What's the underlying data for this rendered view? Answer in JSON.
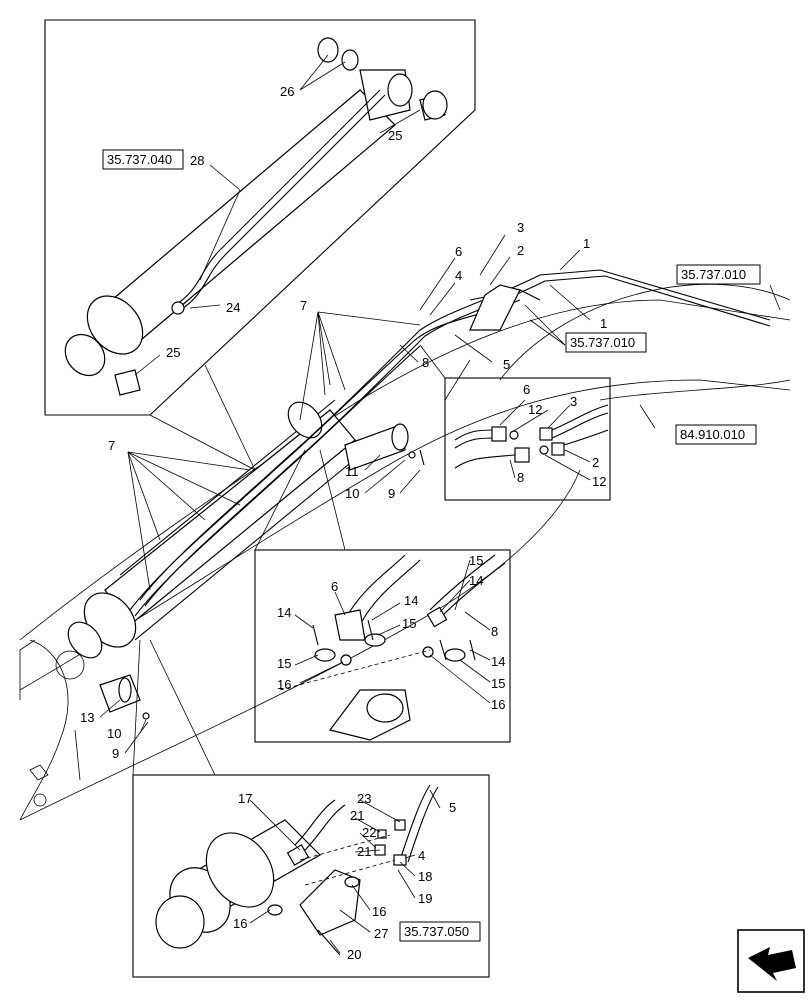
{
  "labels": {
    "n1": "1",
    "n1b": "1",
    "n2": "2",
    "n2b": "2",
    "n3": "3",
    "n3b": "3",
    "n4": "4",
    "n4b": "4",
    "n5": "5",
    "n5b": "5",
    "n6": "6",
    "n6b": "6",
    "n6c": "6",
    "n7a": "7",
    "n7b": "7",
    "n8": "8",
    "n8b": "8",
    "n8c": "8",
    "n9a": "9",
    "n9b": "9",
    "n10a": "10",
    "n10b": "10",
    "n11": "11",
    "n12a": "12",
    "n12b": "12",
    "n13": "13",
    "n14a": "14",
    "n14b": "14",
    "n14c": "14",
    "n14d": "14",
    "n15a": "15",
    "n15b": "15",
    "n15c": "15",
    "n15d": "15",
    "n16a": "16",
    "n16b": "16",
    "n16c": "16",
    "n16d": "16",
    "n17": "17",
    "n18": "18",
    "n19": "19",
    "n20": "20",
    "n21a": "21",
    "n21b": "21",
    "n22": "22",
    "n23": "23",
    "n24": "24",
    "n25a": "25",
    "n25b": "25",
    "n26": "26",
    "n27": "27",
    "n28": "28"
  },
  "refs": {
    "r_35737040": "35.737.040",
    "r_35737010a": "35.737.010",
    "r_35737010b": "35.737.010",
    "r_84910010": "84.910.010",
    "r_35737050": "35.737.050"
  },
  "icons": {
    "nav": "arrow-navigation-icon"
  }
}
